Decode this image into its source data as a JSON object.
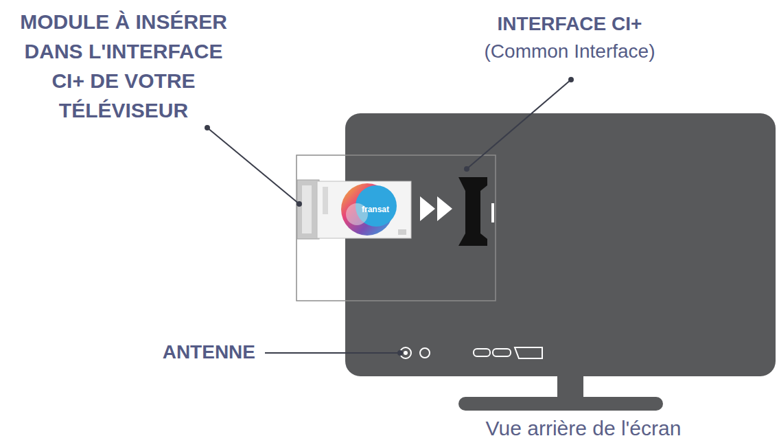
{
  "diagram": {
    "caption": "Vue arrière de l'écran",
    "labels": [
      "MODULE À INSÉRER DANS L'INTERFACE CI+ DE VOTRE TÉLÉVISEUR",
      "INTERFACE CI+",
      "(Common Interface)",
      "ANTENNE",
      "fransat"
    ]
  }
}
